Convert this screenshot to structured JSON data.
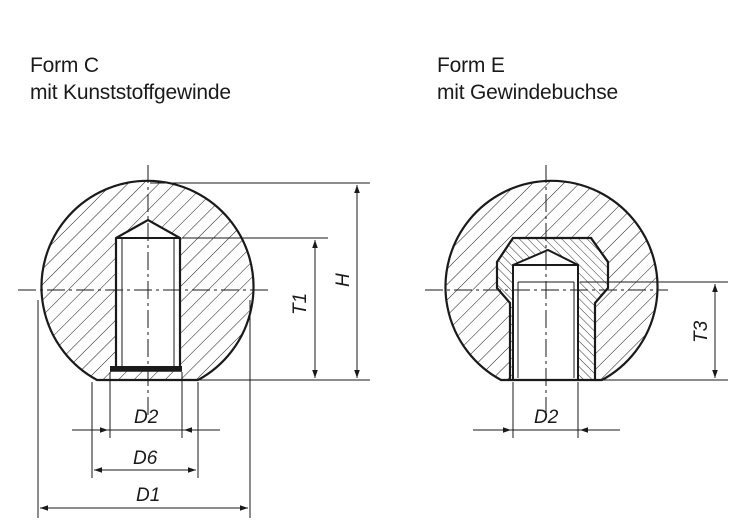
{
  "form_c": {
    "title": "Form C",
    "subtitle": "mit Kunststoffgewinde",
    "labels": {
      "d2": "D2",
      "d6": "D6",
      "d1": "D1",
      "t1": "T1",
      "h": "H"
    }
  },
  "form_e": {
    "title": "Form E",
    "subtitle": "mit Gewindebuchse",
    "labels": {
      "d2": "D2",
      "t3": "T3"
    }
  }
}
